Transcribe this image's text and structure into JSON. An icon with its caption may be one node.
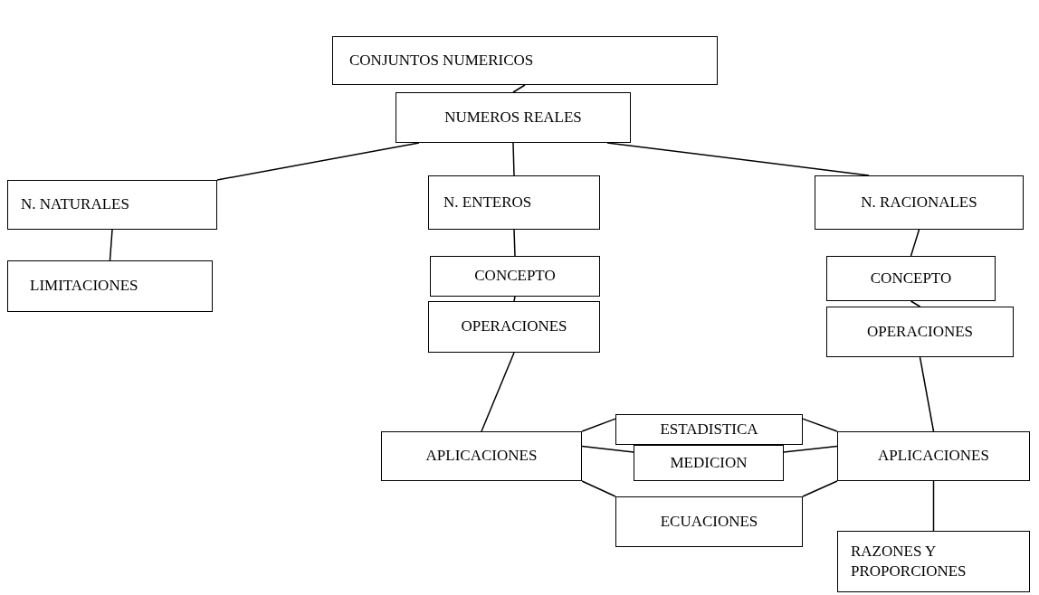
{
  "diagram": {
    "nodes": [
      {
        "text": [
          "CONJUNTOS NUMERICOS"
        ]
      },
      {
        "text": [
          "NUMEROS REALES"
        ]
      },
      {
        "text": [
          "N. NATURALES"
        ]
      },
      {
        "text": [
          "LIMITACIONES"
        ]
      },
      {
        "text": [
          "N. ENTEROS"
        ]
      },
      {
        "text": [
          "CONCEPTO"
        ]
      },
      {
        "text": [
          "OPERACIONES"
        ]
      },
      {
        "text": [
          "APLICACIONES"
        ]
      },
      {
        "text": [
          "N. RACIONALES"
        ]
      },
      {
        "text": [
          "CONCEPTO"
        ]
      },
      {
        "text": [
          "OPERACIONES"
        ]
      },
      {
        "text": [
          "APLICACIONES"
        ]
      },
      {
        "text": [
          "ESTADISTICA"
        ]
      },
      {
        "text": [
          "MEDICION"
        ]
      },
      {
        "text": [
          "ECUACIONES"
        ]
      },
      {
        "text": [
          "RAZONES Y PROPORCIONES"
        ]
      }
    ],
    "edges": [
      {
        "from": 0,
        "to": 1,
        "arrow": "none"
      },
      {
        "from": 1,
        "to": 2,
        "arrow": "none"
      },
      {
        "from": 1,
        "to": 4,
        "arrow": "none"
      },
      {
        "from": 1,
        "to": 8,
        "arrow": "none"
      },
      {
        "from": 2,
        "to": 3,
        "arrow": "none"
      },
      {
        "from": 4,
        "to": 5,
        "arrow": "none"
      },
      {
        "from": 5,
        "to": 6,
        "arrow": "none"
      },
      {
        "from": 6,
        "to": 7,
        "arrow": "none"
      },
      {
        "from": 8,
        "to": 9,
        "arrow": "none"
      },
      {
        "from": 9,
        "to": 10,
        "arrow": "none"
      },
      {
        "from": 10,
        "to": 11,
        "arrow": "none"
      },
      {
        "from": 11,
        "to": 15,
        "arrow": "none"
      },
      {
        "from": 7,
        "to": 12,
        "arrow": "none"
      },
      {
        "from": 12,
        "to": 11,
        "arrow": "none"
      },
      {
        "from": 7,
        "to": 13,
        "arrow": "none"
      },
      {
        "from": 13,
        "to": 11,
        "arrow": "none"
      },
      {
        "from": 7,
        "to": 14,
        "arrow": "none"
      },
      {
        "from": 14,
        "to": 11,
        "arrow": "none"
      }
    ]
  }
}
